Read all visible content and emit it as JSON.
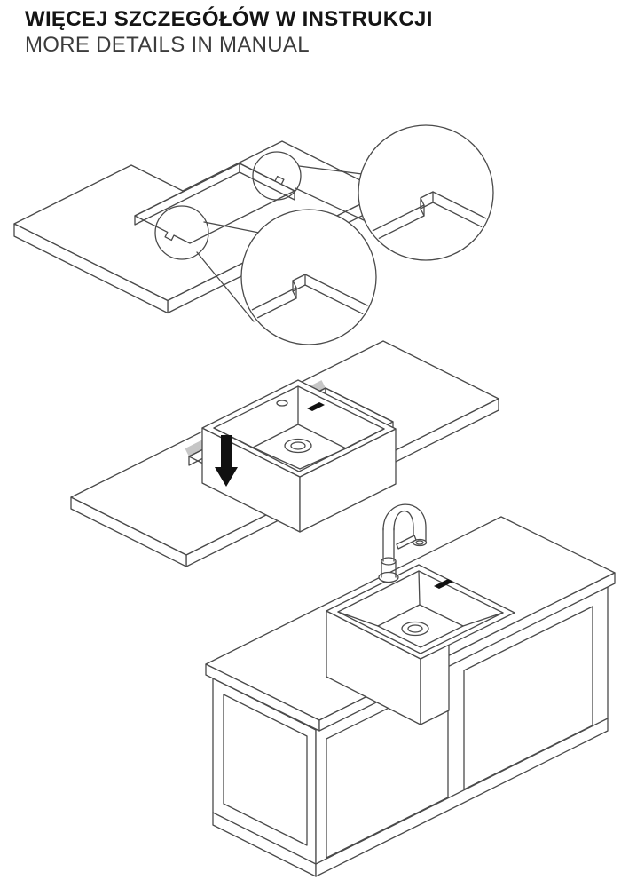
{
  "header": {
    "title_pl": "WIĘCEJ SZCZEGÓŁÓW W INSTRUKCJI",
    "title_en": "MORE DETAILS IN MANUAL"
  },
  "colors": {
    "line": "#4a4a4a",
    "arrow": "#111111",
    "shade": "#c6c6c6",
    "title": "#141414",
    "subtitle": "#3c3c3c"
  },
  "figures": {
    "top": "countertop-cutout-corner-details",
    "middle": "sink-drop-in-installation",
    "bottom": "installed-sink-on-cabinet"
  }
}
